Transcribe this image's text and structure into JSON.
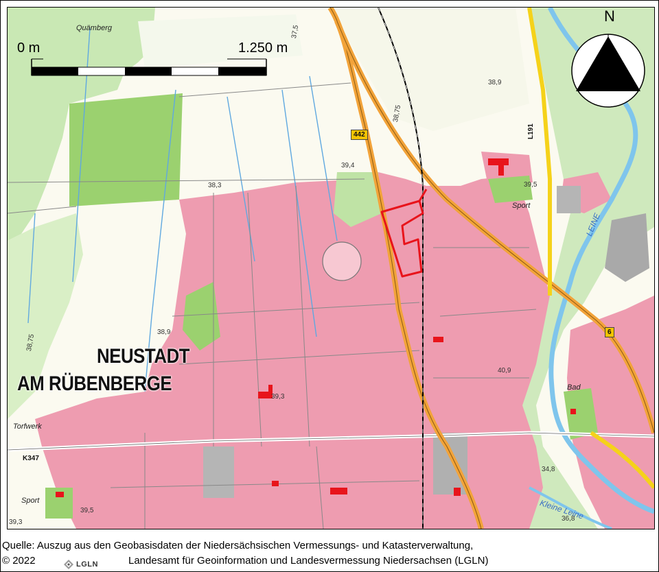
{
  "map": {
    "town_label_line1": "NEUSTADT",
    "town_label_line2": "AM RÜBENBERGE",
    "places": {
      "quaemberg": "Quämberg",
      "torfwerk": "Torfwerk",
      "sport_west": "Sport",
      "sport_east": "Sport",
      "bad": "Bad"
    },
    "rivers": {
      "leine": "LEINE",
      "kleine_leine": "Kleine Leine"
    },
    "roads": {
      "b442": "442",
      "l191": "L191",
      "b6": "6",
      "k347": "K347"
    },
    "elevations": [
      "38,9",
      "39,4",
      "38,3",
      "39,5",
      "38,9",
      "39,3",
      "40,9",
      "34,8",
      "36,8",
      "39,3",
      "39,5",
      "37,5",
      "38,75",
      "38,75"
    ],
    "scale_bar": {
      "start_label": "0 m",
      "end_label": "1.250 m"
    },
    "north_arrow": {
      "letter": "N"
    },
    "colors": {
      "settlement": "#ee9cb0",
      "forest": "#9bd16f",
      "water": "#7fc5ec",
      "main_road": "#f2a33a",
      "highlight": "#e8141b"
    }
  },
  "footer": {
    "line1": "Quelle: Auszug aus den Geobasisdaten der Niedersächsischen Vermessungs- und Katasterverwaltung,",
    "copyright": "© 2022",
    "logo_text": "LGLN",
    "line2": "Landesamt für Geoinformation und Landesvermessung Niedersachsen (LGLN)"
  }
}
